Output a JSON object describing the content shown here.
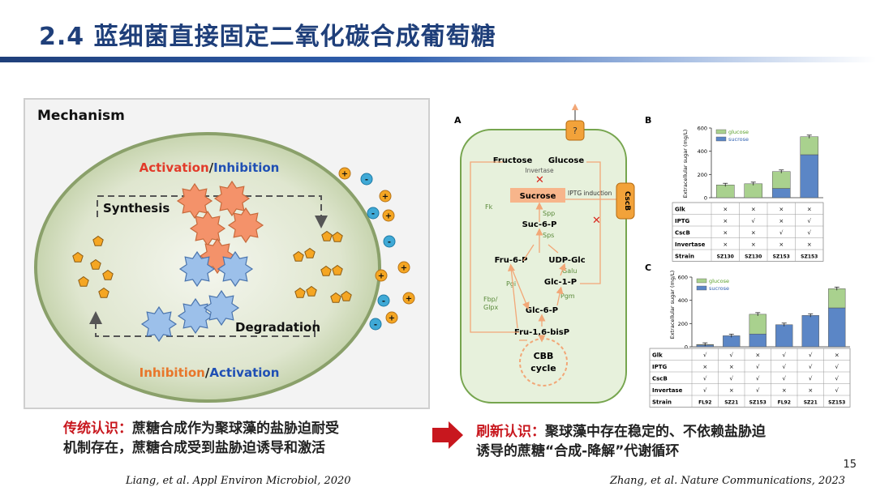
{
  "header": {
    "title": "2.4 蓝细菌直接固定二氧化碳合成葡萄糖"
  },
  "slide_number": "15",
  "left_panel": {
    "heading": "Mechanism",
    "activation_top": "Activation",
    "slash": "/",
    "inhibition_top": "Inhibition",
    "synthesis": "Synthesis",
    "degradation": "Degradation",
    "inhibition_bottom": "Inhibition",
    "activation_bottom": "Activation",
    "plus": "+",
    "minus": "-"
  },
  "left_caption": {
    "label": "传统认识：",
    "line1": "蔗糖合成作为聚球藻的盐胁迫耐受",
    "line2": "机制存在，蔗糖合成受到盐胁迫诱导和激活"
  },
  "right_caption": {
    "label": "刷新认识：",
    "line1": "聚球藻中存在稳定的、不依赖盐胁迫",
    "line2": "诱导的蔗糖“合成-降解”代谢循环"
  },
  "citations": {
    "left": "Liang, et al. Appl Environ Microbiol, 2020",
    "right": "Zhang, et al. Nature Communications, 2023"
  },
  "pathway": {
    "panel_label": "A",
    "transporter": "?",
    "fructose": "Fructose",
    "glucose": "Glucose",
    "invertase": "Invertase",
    "sucrose": "Sucrose",
    "iptg_induction": "IPTG induction",
    "cscb": "CscB",
    "fk": "Fk",
    "spp": "Spp",
    "suc6p": "Suc-6-P",
    "sps": "Sps",
    "fru6p": "Fru-6-P",
    "udpglc": "UDP-Glc",
    "galu": "Galu",
    "pgi": "Pgi",
    "glc1p": "Glc-1-P",
    "pgm": "Pgm",
    "fbp": "Fbp/",
    "glpx": "Glpx",
    "glc6p": "Glc-6-P",
    "fru16bisp": "Fru-1,6-bisP",
    "cbb1": "CBB",
    "cbb2": "cycle"
  },
  "chart_data": [
    {
      "type": "bar",
      "stacked": true,
      "panel_label": "B",
      "ylabel": "Extracellular sugar (mg/L)",
      "ylim": [
        0,
        600
      ],
      "yticks": [
        0,
        200,
        400,
        600
      ],
      "categories": [
        "SZ130",
        "SZ130",
        "SZ153",
        "SZ153"
      ],
      "series": [
        {
          "name": "sucrose",
          "values": [
            0,
            0,
            80,
            370
          ],
          "color": "#5b86c6"
        },
        {
          "name": "glucose",
          "values": [
            110,
            120,
            145,
            155
          ],
          "color": "#a9d18e"
        }
      ],
      "legend_position": "top-left",
      "table": {
        "rows": [
          "Glk",
          "IPTG",
          "CscB",
          "Invertase",
          "Strain"
        ],
        "cells": [
          [
            "×",
            "×",
            "×",
            "×"
          ],
          [
            "×",
            "√",
            "×",
            "√"
          ],
          [
            "×",
            "×",
            "√",
            "√"
          ],
          [
            "×",
            "×",
            "×",
            "×"
          ],
          [
            "SZ130",
            "SZ130",
            "SZ153",
            "SZ153"
          ]
        ]
      }
    },
    {
      "type": "bar",
      "stacked": true,
      "panel_label": "C",
      "ylabel": "Extracellular sugar (mg/L)",
      "ylim": [
        0,
        600
      ],
      "yticks": [
        0,
        200,
        400,
        600
      ],
      "categories": [
        "FL92",
        "SZ21",
        "SZ153",
        "FL92",
        "SZ21",
        "SZ153"
      ],
      "series": [
        {
          "name": "sucrose",
          "values": [
            15,
            95,
            110,
            190,
            270,
            335
          ],
          "color": "#5b86c6"
        },
        {
          "name": "glucose",
          "values": [
            5,
            0,
            170,
            0,
            0,
            165
          ],
          "color": "#a9d18e"
        }
      ],
      "legend_position": "top-left",
      "table": {
        "rows": [
          "Glk",
          "IPTG",
          "CscB",
          "Invertase",
          "Strain"
        ],
        "cells": [
          [
            "√",
            "√",
            "×",
            "√",
            "√",
            "×"
          ],
          [
            "×",
            "×",
            "√",
            "√",
            "√",
            "√"
          ],
          [
            "√",
            "√",
            "√",
            "√",
            "√",
            "√"
          ],
          [
            "√",
            "×",
            "√",
            "×",
            "×",
            "√"
          ],
          [
            "FL92",
            "SZ21",
            "SZ153",
            "FL92",
            "SZ21",
            "SZ153"
          ]
        ]
      }
    }
  ]
}
